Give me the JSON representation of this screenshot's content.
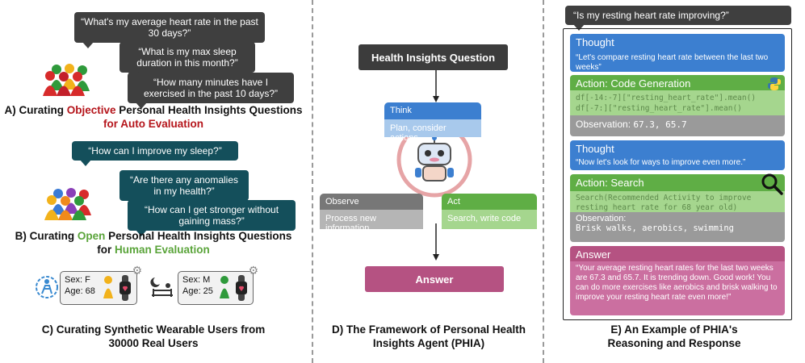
{
  "colors": {
    "dark_bubble": "#3f3f3f",
    "teal_bubble": "#144f5b",
    "objective_red": "#b5151b",
    "open_green": "#5aa43a",
    "think_blue": "#3c7fd0",
    "act_green": "#5fae45",
    "observe_gray": "#777777",
    "answer_pink": "#b55282"
  },
  "panel_a": {
    "questions": [
      "“What's my average heart rate in the past 30 days?”",
      "“What is my max sleep duration in this month?”",
      "“How many minutes have I exercised in the past 10 days?”"
    ],
    "title_prefix": "A) Curating ",
    "title_highlight": "Objective",
    "title_suffix": " Personal Health Insights Questions",
    "title_line2": "for Auto Evaluation"
  },
  "panel_b": {
    "questions": [
      "“How can I improve my sleep?”",
      "“Are there any anomalies in my health?”",
      "“How can I get stronger without gaining mass?”"
    ],
    "title_prefix": "B) Curating ",
    "title_highlight": "Open",
    "title_suffix": " Personal Health Insights Questions",
    "title_prefix2": "for ",
    "title_line2": "Human Evaluation"
  },
  "panel_c": {
    "users": [
      {
        "sex": "Sex: F",
        "age": "Age: 68"
      },
      {
        "sex": "Sex: M",
        "age": "Age: 25"
      }
    ],
    "title_line1": "C) Curating Synthetic Wearable Users from",
    "title_line2": "30000 Real Users"
  },
  "panel_d": {
    "question_box": "Health Insights Question",
    "think_label": "Think",
    "think_body": "Plan, consider actions",
    "observe_label": "Observe",
    "observe_body": "Process new information",
    "act_label": "Act",
    "act_body": "Search, write code",
    "answer_box": "Answer",
    "title_line1": "D) The Framework of Personal Health",
    "title_line2": "Insights Agent (PHIA)"
  },
  "panel_e": {
    "user_question": "“Is my resting heart rate improving?”",
    "thought1_label": "Thought",
    "thought1_text": "“Let's compare resting heart rate between the last two weeks”",
    "action1_label": "Action: Code Generation",
    "code_line1": "df[-14:-7][\"resting_heart_rate\"].mean()",
    "code_line2": "df[-7:][\"resting_heart_rate\"].mean()",
    "obs1_label": "Observation:",
    "obs1_value": "67.3, 65.7",
    "thought2_label": "Thought",
    "thought2_text": "“Now let's look for ways to improve even more.”",
    "action2_label": "Action: Search",
    "search_code": "Search(Recommended Activity to improve resting heart rate for 68 year old)",
    "obs2_label": "Observation:",
    "obs2_value": "Brisk walks, aerobics, swimming",
    "answer_label": "Answer",
    "answer_text": "“Your average resting heart rates for the last two weeks are 67.3 and 65.7. It is trending down. Good work! You can do more exercises like aerobics and brisk walking to improve your resting heart rate even more!”",
    "title_line1": "E) An Example of PHIA's",
    "title_line2": "Reasoning and Response"
  }
}
